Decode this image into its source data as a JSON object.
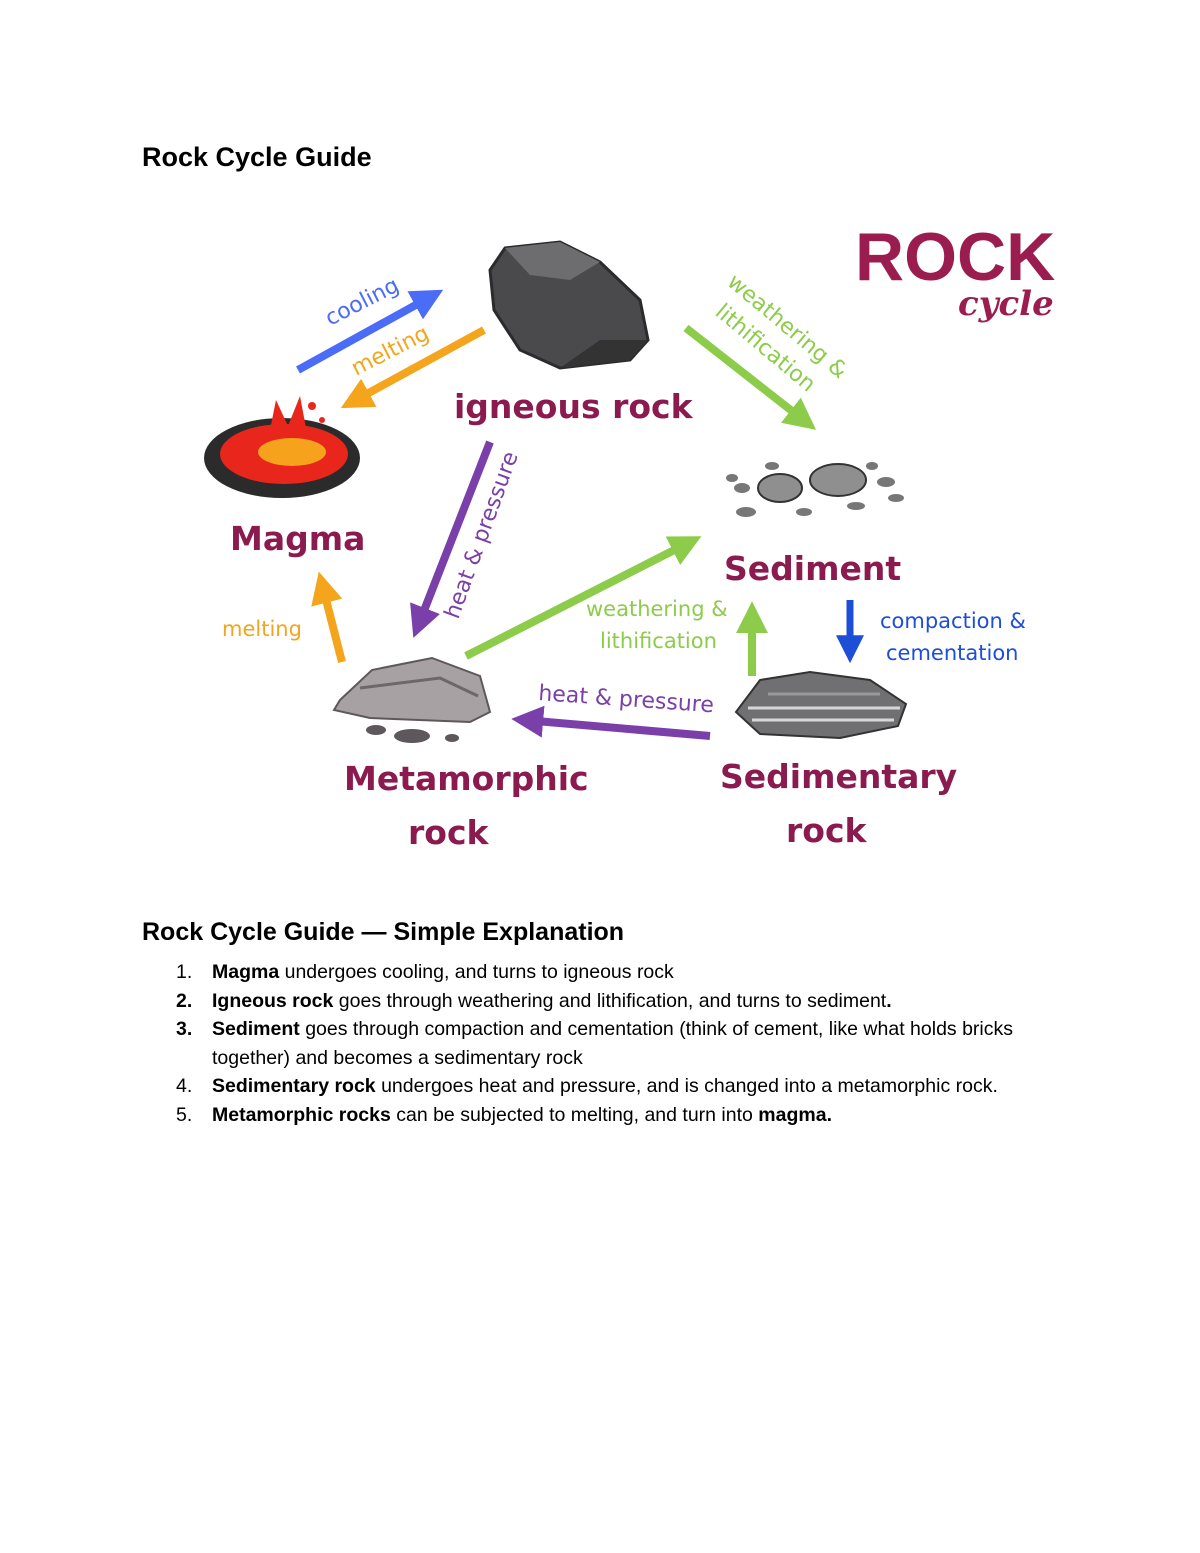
{
  "title": "Rock Cycle Guide",
  "diagram": {
    "logo_word": "ROCK",
    "logo_sub": "cycle",
    "nodes": {
      "igneous": "igneous rock",
      "magma": "Magma",
      "sediment": "Sediment",
      "metamorphic_line1": "Metamorphic",
      "metamorphic_line2": "rock",
      "sedimentary_line1": "Sedimentary",
      "sedimentary_line2": "rock"
    },
    "arrows": {
      "cooling": "cooling",
      "melting_top": "melting",
      "melting_left": "melting",
      "weathering_top_1": "weathering &",
      "weathering_top_2": "lithification",
      "heat_pressure_diag": "heat & pressure",
      "weathering_mid_1": "weathering &",
      "weathering_mid_2": "lithification",
      "compaction_1": "compaction &",
      "compaction_2": "cementation",
      "heat_pressure_bottom": "heat & pressure"
    },
    "colors": {
      "cooling": "#4a6cf7",
      "melting": "#f4a51c",
      "weathering": "#8ccc4a",
      "heat_pressure": "#7a3fa8",
      "compaction": "#1d4ed8",
      "node_label": "#8b1a4f"
    }
  },
  "section_heading": "Rock Cycle Guide — Simple Explanation",
  "steps": [
    {
      "num": "1.",
      "term": "Magma",
      "rest": " undergoes cooling, and turns to igneous rock",
      "tail_bold": ""
    },
    {
      "num": "2.",
      "term": "Igneous rock",
      "rest": " goes through weathering and lithification, and turns to sediment",
      "tail_bold": "."
    },
    {
      "num": "3.",
      "term": "Sediment",
      "rest": " goes through compaction and cementation (think of cement, like what holds bricks together) and becomes a sedimentary rock",
      "tail_bold": ""
    },
    {
      "num": "4.",
      "term": "Sedimentary rock",
      "rest": " undergoes heat and pressure, and is changed into a metamorphic rock.",
      "tail_bold": ""
    },
    {
      "num": "5.",
      "term": "Metamorphic rocks",
      "rest": " can be subjected to melting, and turn into ",
      "tail_bold": "magma."
    }
  ]
}
